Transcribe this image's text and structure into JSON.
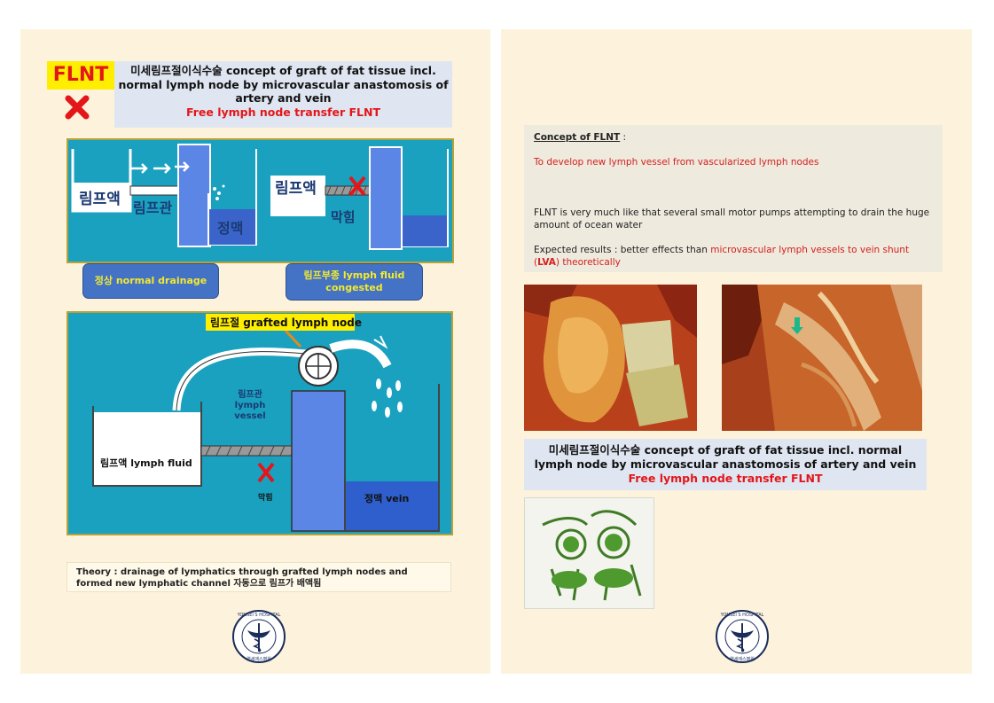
{
  "left_page": {
    "tag": "FLNT",
    "title_line1": "미세림프절이식수술 concept of graft of fat tissue incl.",
    "title_line2": "normal lymph node by microvascular anastomosis of",
    "title_line3": "artery and vein",
    "title_red": "Free lymph node transfer FLNT",
    "scene1": {
      "left_fluid": "림프액",
      "left_vessel": "림프관",
      "left_vein": "정맥",
      "right_fluid": "림프액",
      "right_block": "막힘"
    },
    "button_normal": "정상 normal drainage",
    "button_congested_line1": "림프부종 lymph fluid",
    "button_congested_line2": "congested",
    "scene2": {
      "callout": "림프절 grafted lymph node",
      "vessel_ko": "림프관",
      "vessel_en1": "lymph",
      "vessel_en2": "vessel",
      "fluid": "림프액 lymph fluid",
      "block": "막힘",
      "vein": "정맥 vein"
    },
    "theory": "Theory : drainage of lymphatics through grafted lymph nodes and formed new lymphatic channel 자동으로 림프가 배액됨",
    "logo_text": "YONSEI S HOSPITAL",
    "logo_sub": "연세에스병원"
  },
  "right_page": {
    "concept_heading": "Concept of FLNT",
    "concept_colon": " :",
    "concept_red": "To develop new lymph vessel from vascularized lymph nodes",
    "concept_body": "FLNT is very much like that several small motor pumps attempting to drain the huge amount of ocean water",
    "expected_prefix": "Expected results : better effects than ",
    "expected_red1": "microvascular lymph vessels to vein shunt (",
    "expected_bold": "LVA",
    "expected_red2": ") theoretically",
    "title_line1": "미세림프절이식수술 concept of graft of fat tissue incl. normal",
    "title_line2": "lymph node by microvascular anastomosis of artery and vein",
    "title_red": "Free lymph node transfer FLNT",
    "logo_text": "YONSEI S HOSPITAL",
    "logo_sub": "연세에스병원"
  },
  "colors": {
    "page_bg": "#fdf3dc",
    "accent_red": "#e3161a",
    "scene_water": "#1aa1bf",
    "tank_blue": "#5b86e5",
    "button_blue": "#4472c4",
    "button_text": "#f3ea2f"
  }
}
